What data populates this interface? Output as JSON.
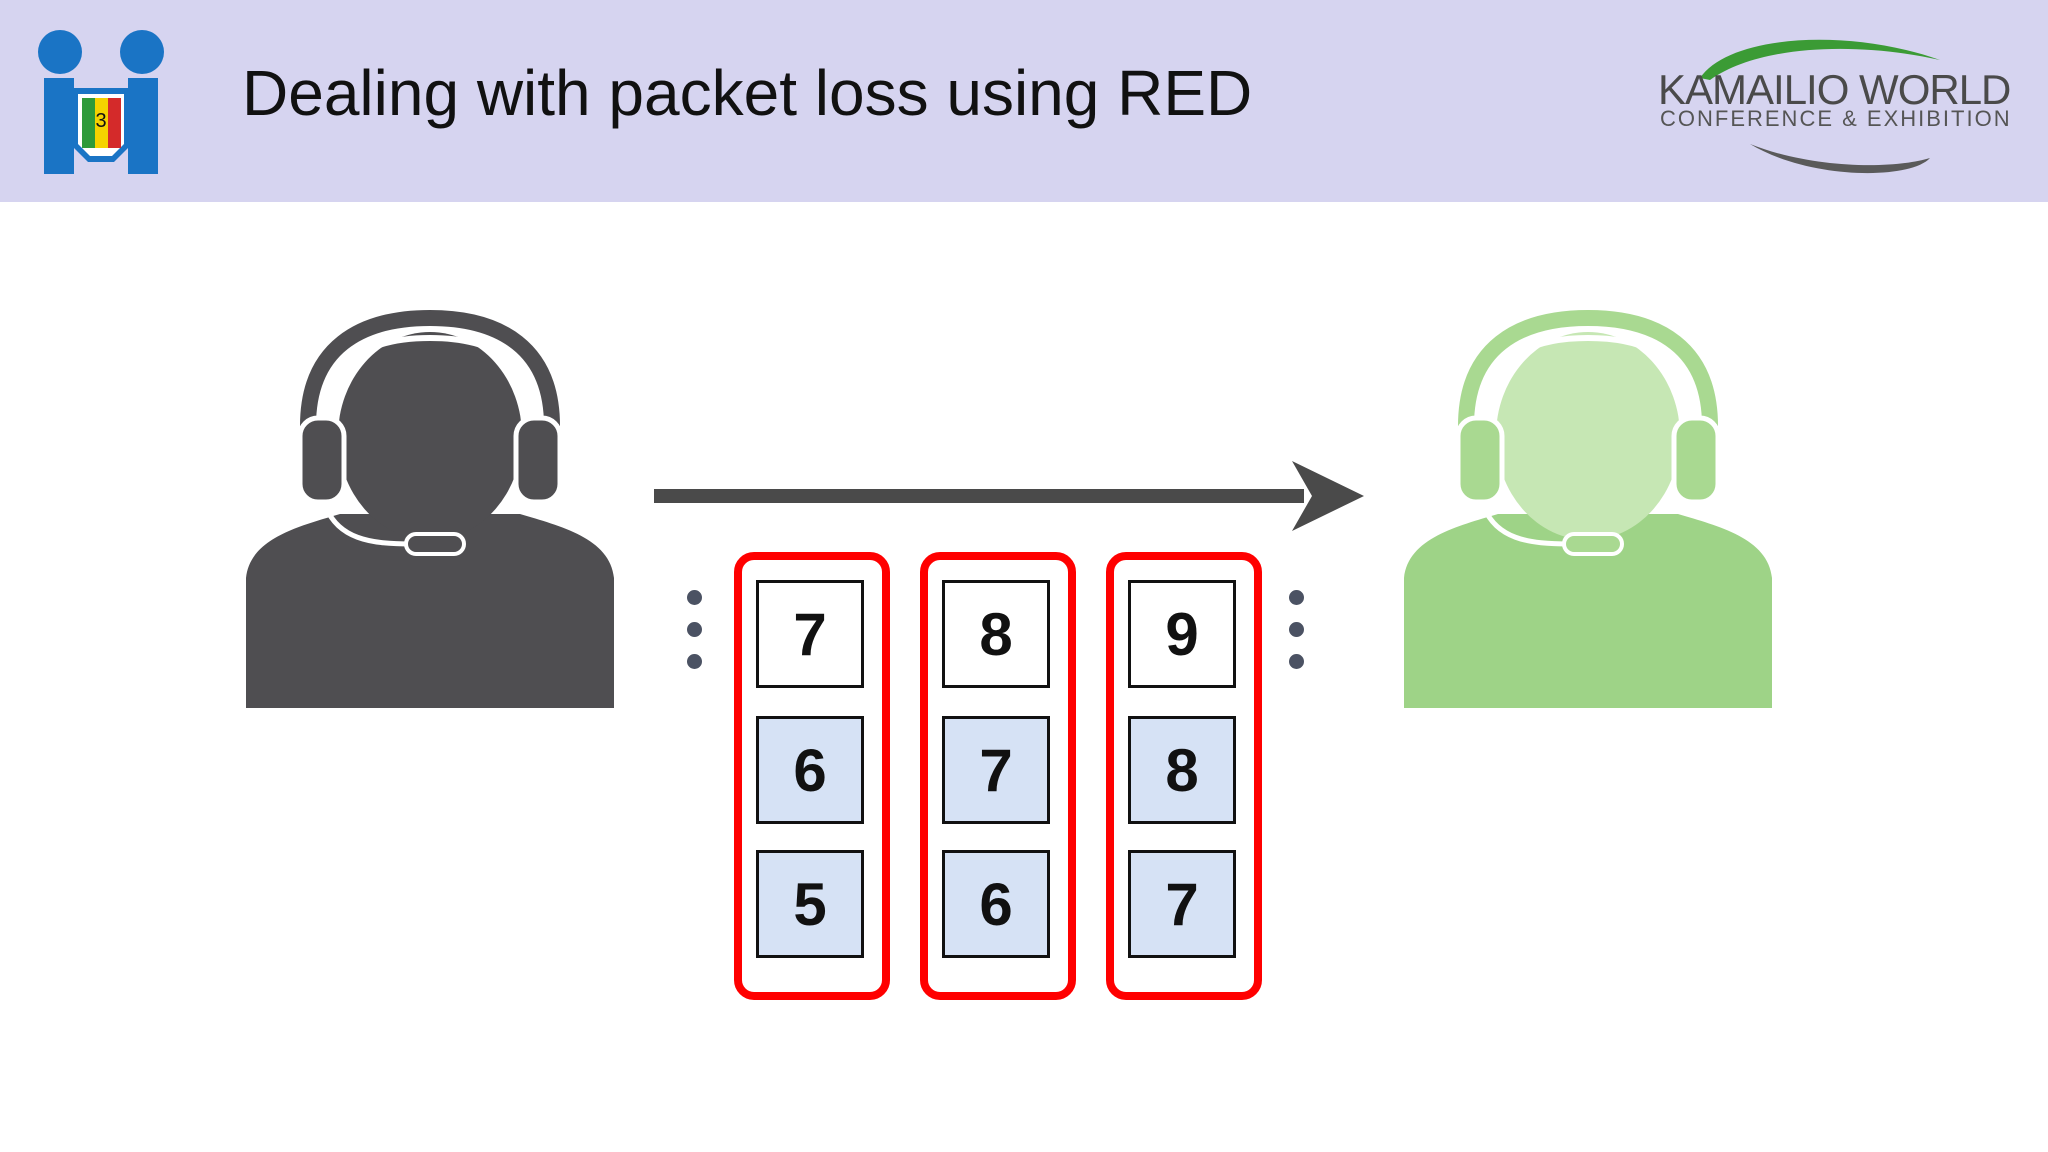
{
  "header": {
    "title": "Dealing with packet loss using RED",
    "left_logo_number": "3",
    "right_logo": {
      "line1": "KAMAILIO WORLD",
      "line2": "CONFERENCE & EXHIBITION"
    }
  },
  "colors": {
    "header_bg": "#d6d4f0",
    "sender": "#4f4e51",
    "receiver": "#9ed387",
    "packet_border": "#ff0000",
    "redundant_fill": "#d6e2f5"
  },
  "diagram": {
    "sender_icon": "headset-person-icon",
    "receiver_icon": "headset-person-icon",
    "packets": [
      {
        "primary": "7",
        "redundant": [
          "6",
          "5"
        ]
      },
      {
        "primary": "8",
        "redundant": [
          "7",
          "6"
        ]
      },
      {
        "primary": "9",
        "redundant": [
          "8",
          "7"
        ]
      }
    ]
  }
}
